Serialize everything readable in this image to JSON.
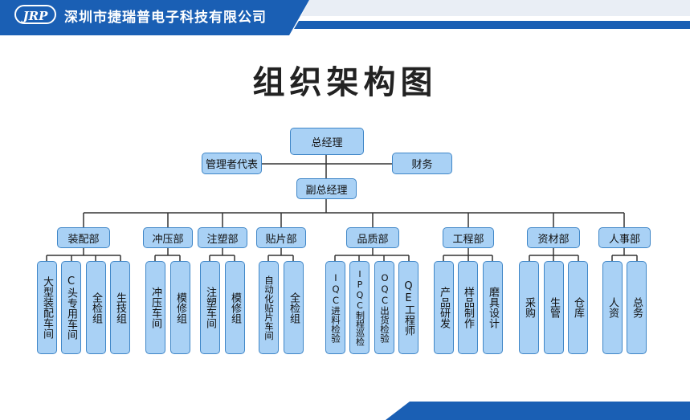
{
  "header": {
    "logo_text": "JRP",
    "company": "深圳市捷瑞普电子科技有限公司"
  },
  "page_title": "组织架构图",
  "top": {
    "ceo": "总经理",
    "rep": "管理者代表",
    "finance": "财务",
    "vp": "副总经理"
  },
  "departments": [
    {
      "name": "装配部",
      "units": [
        "大型装配车间",
        "C头专用车间",
        "全检组",
        "生技组"
      ]
    },
    {
      "name": "冲压部",
      "units": [
        "冲压车间",
        "模修组"
      ]
    },
    {
      "name": "注塑部",
      "units": [
        "注塑车间",
        "模修组"
      ]
    },
    {
      "name": "贴片部",
      "units": [
        "自动化贴片车间",
        "全检组"
      ]
    },
    {
      "name": "品质部",
      "units": [
        "IQC进料检验",
        "IPQC制程巡检",
        "OQC出货检验",
        "QE工程师"
      ]
    },
    {
      "name": "工程部",
      "units": [
        "产品研发",
        "样品制作",
        "磨具设计"
      ]
    },
    {
      "name": "资材部",
      "units": [
        "采购",
        "生管",
        "仓库"
      ]
    },
    {
      "name": "人事部",
      "units": [
        "人资",
        "总务"
      ]
    }
  ],
  "colors": {
    "header_blue": "#1a5fb4",
    "box_fill": "#a9d1f5",
    "box_border": "#3f86c7",
    "line": "#333333"
  }
}
